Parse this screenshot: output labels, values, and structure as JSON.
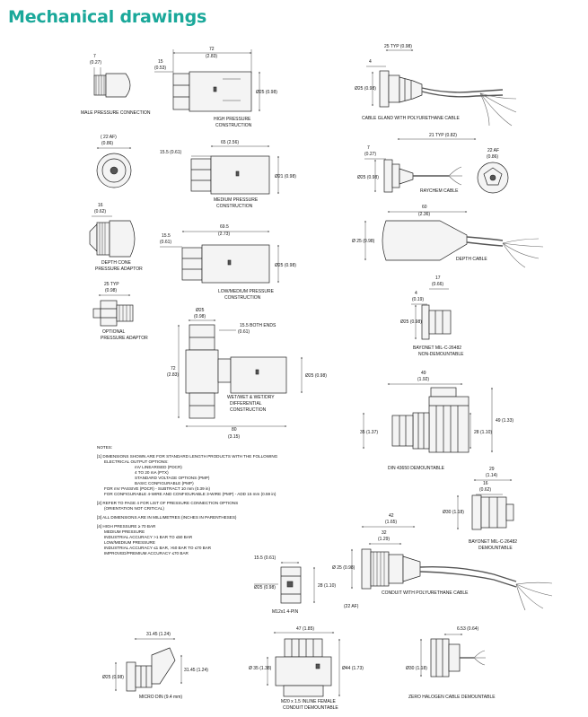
{
  "title": "Mechanical drawings",
  "labels": {
    "male_pressure_connection": "MALE PRESSURE CONNECTION",
    "high_pressure_1": "HIGH PRESSURE",
    "high_pressure_2": "CONSTRUCTION",
    "cable_gland": "CABLE GLAND WITH POLYURETHANE CABLE",
    "medium_pressure_1": "MEDIUM PRESSURE",
    "medium_pressure_2": "CONSTRUCTION",
    "raychem": "RAYCHEM CABLE",
    "depth_cone_1": "DEPTH CONE",
    "depth_cone_2": "PRESSURE ADAPTOR",
    "low_medium_1": "LOW/MEDIUM PRESSURE",
    "low_medium_2": "CONSTRUCTION",
    "depth_cable": "DEPTH CABLE",
    "optional_1": "OPTIONAL",
    "optional_2": "PRESSURE ADAPTOR",
    "wet_wet_1": "WET/WET & WET/DRY",
    "wet_wet_2": "DIFFERENTIAL",
    "wet_wet_3": "CONSTRUCTION",
    "bayonet_nd_1": "BAYONET MIL-C-26482",
    "bayonet_nd_2": "NON-DEMOUNTABLE",
    "din": "DIN 43650 DEMOUNTABLE",
    "bayonet_d_1": "BAYONET MIL-C-26482",
    "bayonet_d_2": "DEMOUNTABLE",
    "conduit": "CONDUIT WITH POLYURETHANE CABLE",
    "m12": "M12x1 4-PIN",
    "micro_din": "MICRO DIN (9.4 mm)",
    "m20_1": "M20 x 1.5 INLINE FEMALE",
    "m20_2": "CONDUIT DEMOUNTABLE",
    "zero_halogen": "ZERO HALOGEN CABLE DEMOUNTABLE"
  },
  "dims": {
    "d7a": "7",
    "d7a_in": "(0.27)",
    "d72": "72",
    "d72_in": "(2.83)",
    "d15": "15",
    "d15_in": "(0.53)",
    "dia25a": "Ø25 (0.98)",
    "d25typ": "25 TYP (0.98)",
    "d4a": "4",
    "dia25b": "Ø25 (0.98)",
    "d22af": "( 22 AF)",
    "d22af_in": "(0.86)",
    "d65": "65 (2.56)",
    "d155a": "15.5 (0.61)",
    "dia21": "Ø21 (0.98)",
    "d21typ": "21 TYP (0.82)",
    "d7b": "7",
    "d7b_in": "(0.27)",
    "dia25c": "Ø25 (0.98)",
    "d22afb": "22 AF",
    "d22afb_in": "(0.86)",
    "d16": "16",
    "d16_in": "(0.62)",
    "d695": "69.5",
    "d695_in": "(2.73)",
    "d155b": "15.5",
    "d155b_in": "(0.61)",
    "dia25d": "Ø25 (0.98)",
    "d60a": "60",
    "d60a_in": "(2.36)",
    "dia25e": "Ø 25 (0.98)",
    "d25typb": "25 TYP",
    "d25typb_in": "(0.98)",
    "d17": "17",
    "d17_in": "(0.66)",
    "d4b": "4",
    "d4b_in": "(0.19)",
    "dia25f": "Ø25 (0.98)",
    "dia25g": "Ø25",
    "dia25g_in": "(0.98)",
    "d155ends": "15.5 BOTH ENDS",
    "d155ends_in": "(0.61)",
    "d72b": "72",
    "d72b_in": "(2.83)",
    "dia25h": "Ø25 (0.98)",
    "d80": "80",
    "d80_in": "(3.15)",
    "d49a": "49",
    "d49a_in": "(1.92)",
    "d35": "35 (1.37)",
    "d28": "28 (1.10)",
    "d49b": "49 (1.33)",
    "d29": "29",
    "d29_in": "(1.14)",
    "d16b": "16",
    "d16b_in": "(0.62)",
    "dia30a": "Ø30 (1.18)",
    "d42": "42",
    "d42_in": "(1.65)",
    "d32": "32",
    "d32_in": "(1.29)",
    "dia25i": "Ø 25 (0.98)",
    "d22afc": "(22 AF)",
    "d155c": "15.5 (0.61)",
    "dia25j": "Ø25 (0.98)",
    "d28b": "28 (1.10)",
    "dia25k": "Ø25 (0.98)",
    "d31": "31.45 (1.24)",
    "d47": "47 (1.85)",
    "dia35": "Ø 35 (1.38)",
    "dia44": "Ø44 (1.73)",
    "d63": "6.53 (0.64)",
    "dia30b": "Ø30 (1.18)"
  },
  "notes": [
    "NOTES:",
    "",
    "[1] DIMENSIONS SHOWN ARE FOR STANDARD LENGTH PRODUCTS WITH THE FOLLOWING",
    "ELECTRICAL OUTPUT OPTIONS:",
    "mV LINEARISED (PDCR)",
    "4 TO 20 mA (PTX)",
    "STANDARD VOLTAGE OPTIONS (PMP)",
    "BASIC CONFIGURABLE (PMP)",
    "FOR mV PASSIVE (PDCR) - SUBTRACT 10 mm (0.39 in)",
    "FOR CONFIGURABLE 4-WIRE AND CONFIGURABLE 3-WIRE (PMP) - ADD 15 mm (0.59 in)",
    "",
    "[2] REFER TO PAGE 4 FOR LIST OF PRESSURE CONNECTION OPTIONS",
    "(ORIENTATION NOT CRITICAL)",
    "",
    "[3] ALL DIMENSIONS ARE IN MILLIMETRES (INCHES IN PARENTHESES)",
    "",
    "[4] HIGH PRESSURE ≥ 70 BAR",
    "MEDIUM PRESSURE",
    "INDUSTRIAL ACCURACY >1 BAR TO ≤50 BAR",
    "LOW/MEDIUM PRESSURE",
    "INDUSTRIAL ACCURACY ≤1 BAR, >50 BAR TO ≤70 BAR",
    "IMPROVED/PREMIUM ACCURACY ≤70 BAR"
  ]
}
